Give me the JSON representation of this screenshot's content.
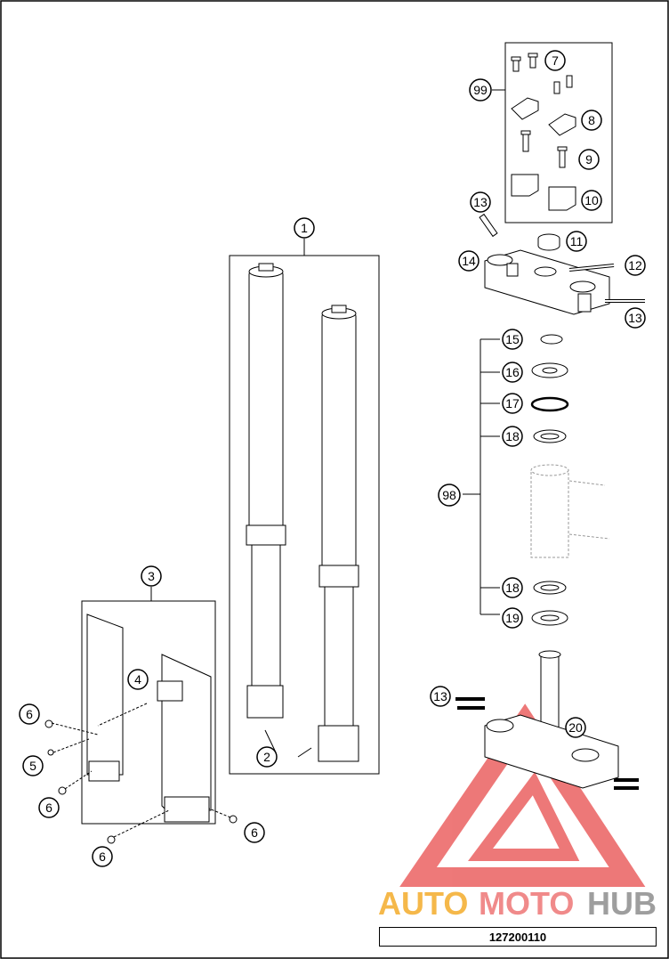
{
  "diagram": {
    "reference_number": "127200110",
    "watermark": {
      "part1": "AUTO",
      "part2": "MOTO",
      "part3": "HUB",
      "colors": {
        "auto": "#f5b84a",
        "moto": "#f08a8a",
        "hub": "#9e9e9e",
        "logo": "#e84c4c"
      }
    },
    "callouts": [
      "1",
      "2",
      "3",
      "4",
      "5",
      "6",
      "7",
      "8",
      "9",
      "10",
      "11",
      "12",
      "13",
      "14",
      "15",
      "16",
      "17",
      "18",
      "19",
      "20",
      "98",
      "99"
    ]
  }
}
